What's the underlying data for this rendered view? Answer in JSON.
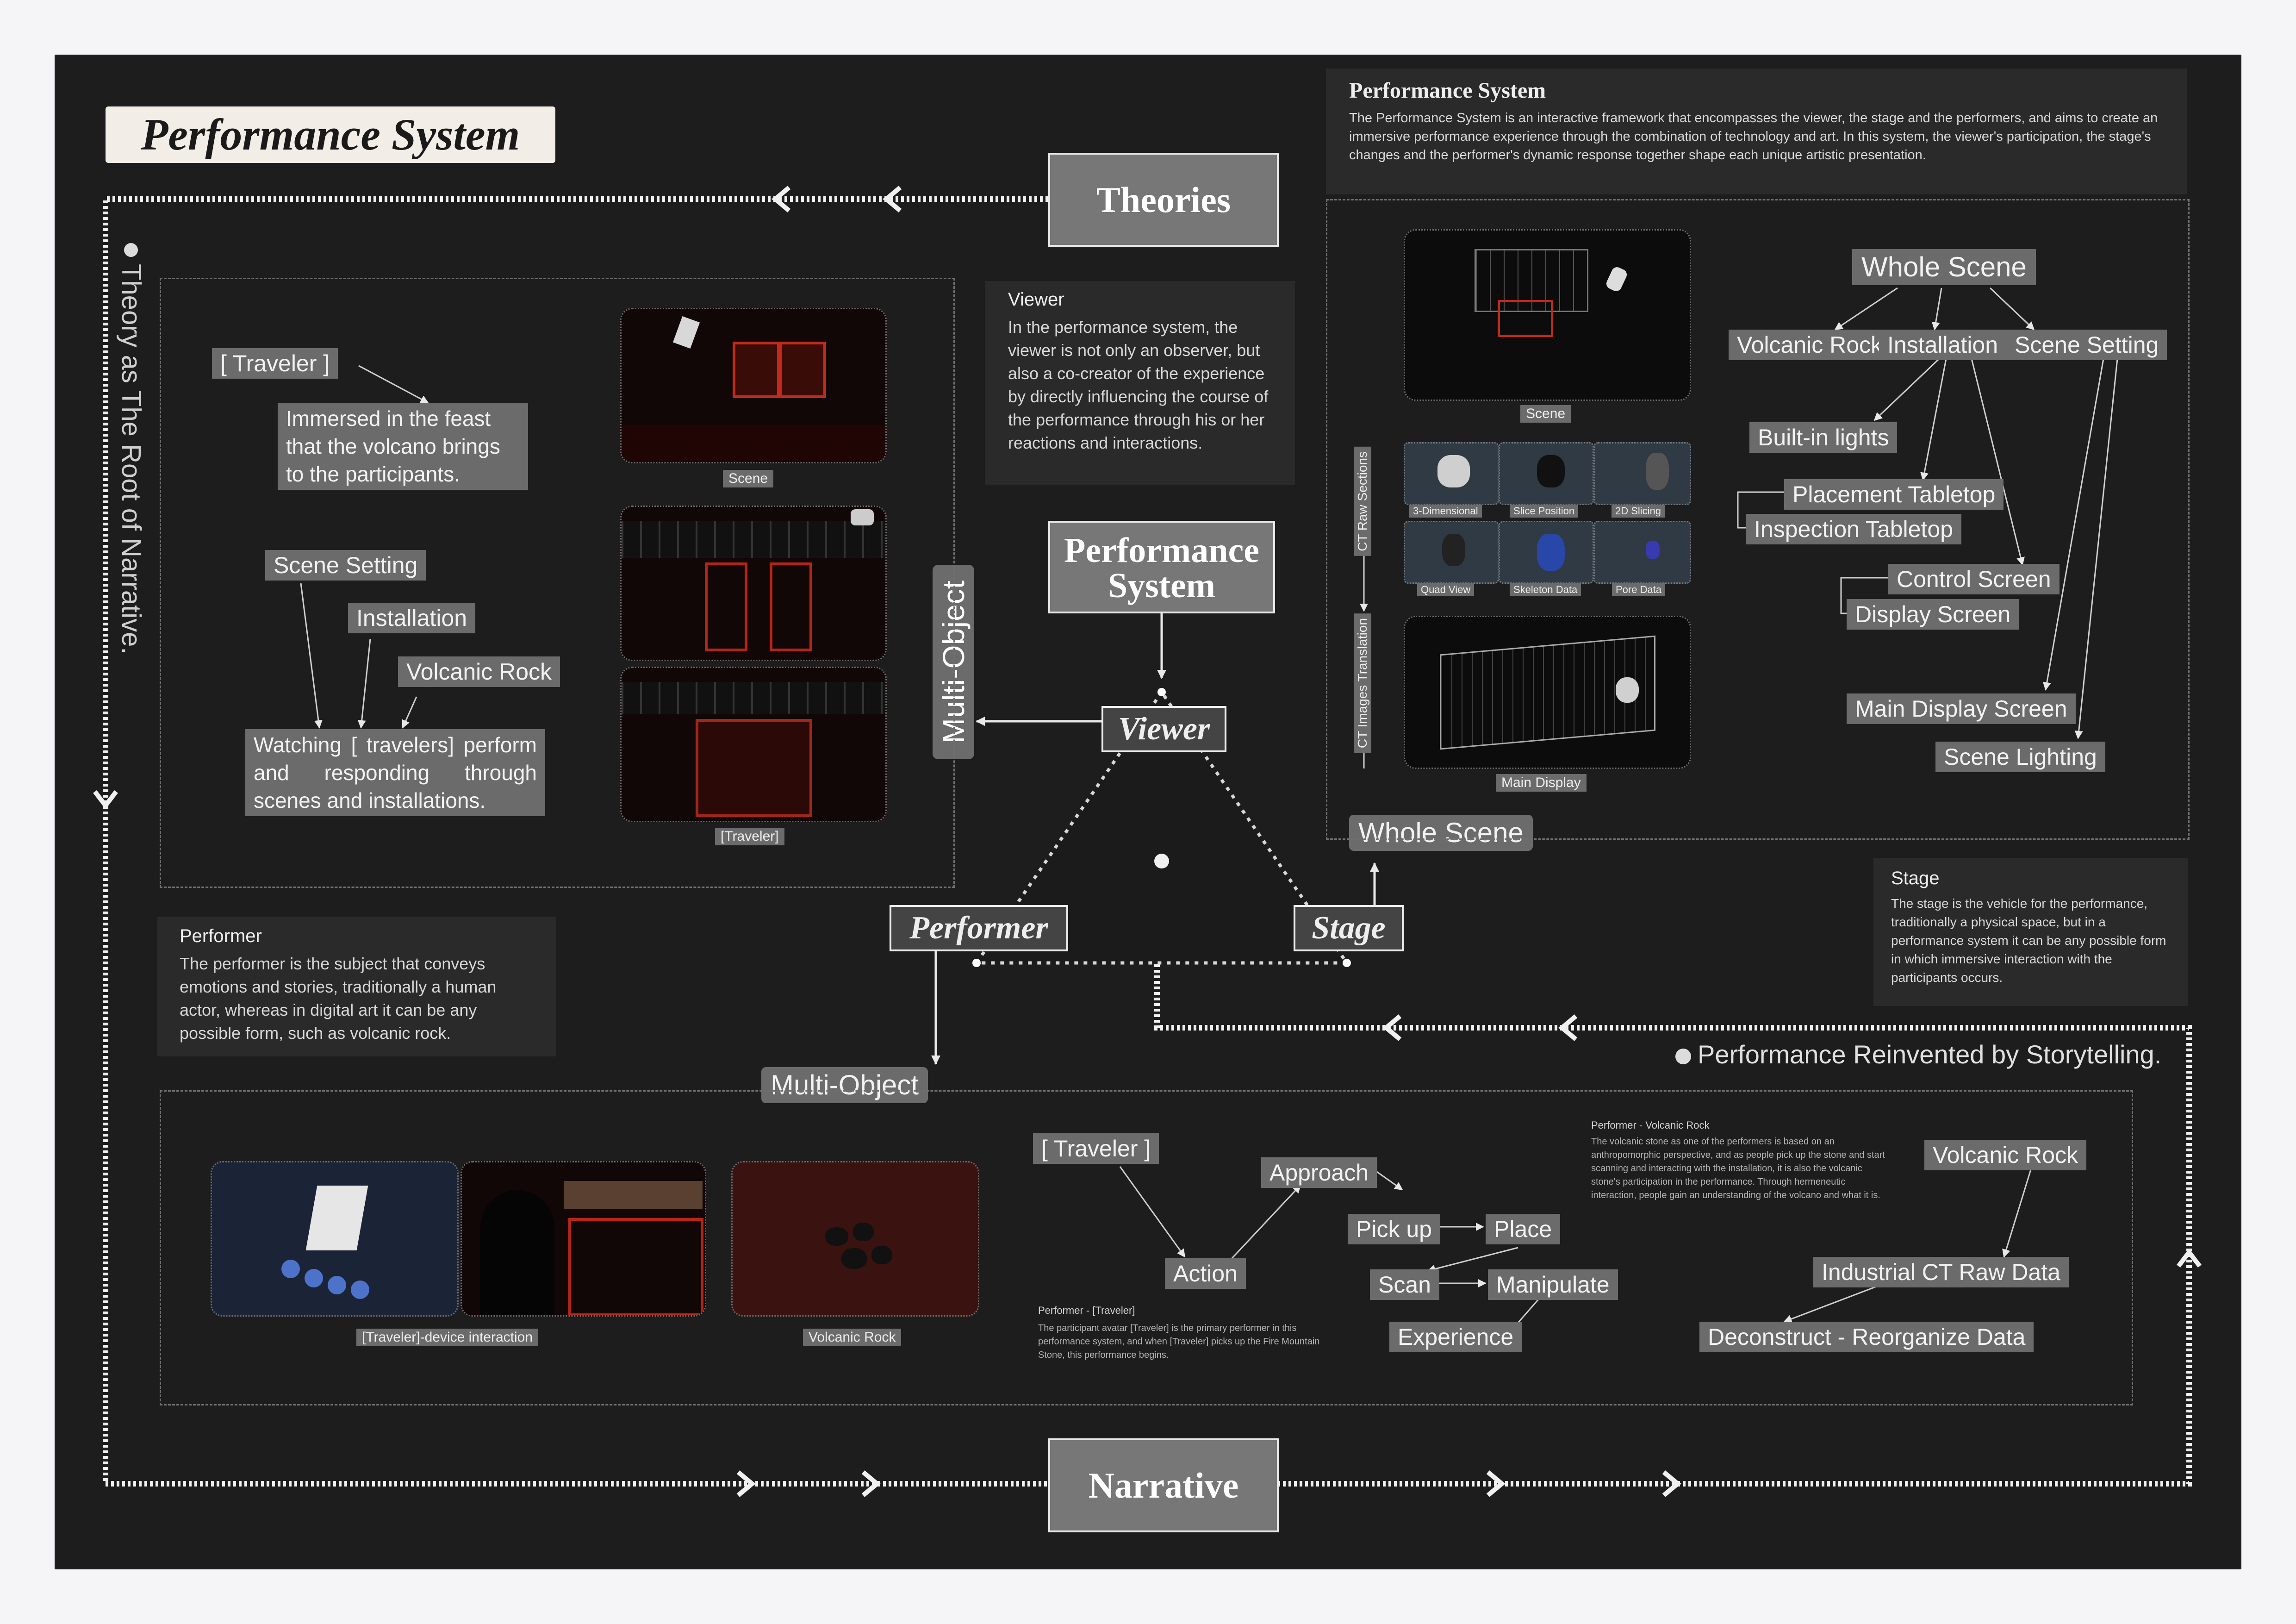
{
  "title": "Performance System",
  "nodes": {
    "theories": "Theories",
    "narrative": "Narrative",
    "performance_system": "Performance System",
    "viewer": "Viewer",
    "performer": "Performer",
    "stage": "Stage",
    "multi_object_vertical": "Multi-Object",
    "multi_object": "Multi-Object",
    "whole_scene": "Whole Scene"
  },
  "side_labels": {
    "left": "Theory as The Root of Narrative.",
    "right": "Performance Reinvented by Storytelling."
  },
  "intro": {
    "heading": "Performance System",
    "body": "The Performance System is an interactive framework that encompasses the viewer, the stage and the performers, and aims to create an immersive performance experience through the combination of technology and art. In this system, the viewer's participation, the stage's changes and the performer's dynamic response together shape each unique artistic presentation."
  },
  "viewer_note": {
    "heading": "Viewer",
    "body": "In the performance system, the viewer is not only an observer, but also a co-creator of the experience by directly influencing the course of the performance through his or her reactions and interactions."
  },
  "performer_note": {
    "heading": "Performer",
    "body": "The performer is the subject that conveys emotions and stories, traditionally a human actor, whereas in digital art it can be any possible form, such as volcanic rock."
  },
  "stage_note": {
    "heading": "Stage",
    "body": "The stage is the vehicle for the performance, traditionally a physical space, but in a performance system it can be any possible form in which immersive interaction with the participants occurs."
  },
  "viewer_panel": {
    "traveler": "[ Traveler ]",
    "immersed": "Immersed in the feast that the volcano brings to the participants.",
    "scene_setting": "Scene Setting",
    "installation": "Installation",
    "volcanic_rock": "Volcanic Rock",
    "watching": "Watching [ travelers] perform and responding through scenes and installations.",
    "cap_scene": "Scene",
    "cap_traveler": "[Traveler]"
  },
  "stage_panel": {
    "cap_scene": "Scene",
    "cap_main_display": "Main Display",
    "ct_raw": "CT Raw Sections",
    "ct_translation": "CT Images Translation",
    "minis": [
      "3-Dimensional",
      "Slice Position",
      "2D Slicing",
      "Quad View",
      "Skeleton Data",
      "Pore Data"
    ],
    "whole_scene": "Whole Scene",
    "volcanic_rock": "Volcanic Rock",
    "installation": "Installation",
    "scene_setting": "Scene Setting",
    "built_in_lights": "Built-in lights",
    "placement_tabletop": "Placement Tabletop",
    "inspection_tabletop": "Inspection Tabletop",
    "control_screen": "Control Screen",
    "display_screen": "Display Screen",
    "main_display_screen": "Main Display Screen",
    "scene_lighting": "Scene Lighting"
  },
  "performer_panel": {
    "cap_device": "[Traveler]-device interaction",
    "cap_rock": "Volcanic Rock",
    "traveler": "[ Traveler ]",
    "action": "Action",
    "approach": "Approach",
    "pick_up": "Pick up",
    "place": "Place",
    "scan": "Scan",
    "manipulate": "Manipulate",
    "experience": "Experience",
    "traveler_note_heading": "Performer - [Traveler]",
    "traveler_note_body": "The participant avatar [Traveler] is the primary performer in this performance system, and when [Traveler] picks up the Fire Mountain Stone, this performance begins.",
    "rock_note_heading": "Performer - Volcanic Rock",
    "rock_note_body": "The volcanic stone as one of the performers is based on an anthropomorphic perspective, and as people pick up the stone and start scanning and interacting with the installation, it is also the volcanic stone's participation in the performance. Through hermeneutic interaction, people gain an understanding of the volcano and what it is.",
    "volcanic_rock": "Volcanic Rock",
    "industrial_ct": "Industrial CT Raw Data",
    "deconstruct": "Deconstruct - Reorganize Data"
  },
  "colors": {
    "board": "#1d1d1d",
    "tag": "#6b6b6b",
    "accent_red": "#d42a1c"
  }
}
